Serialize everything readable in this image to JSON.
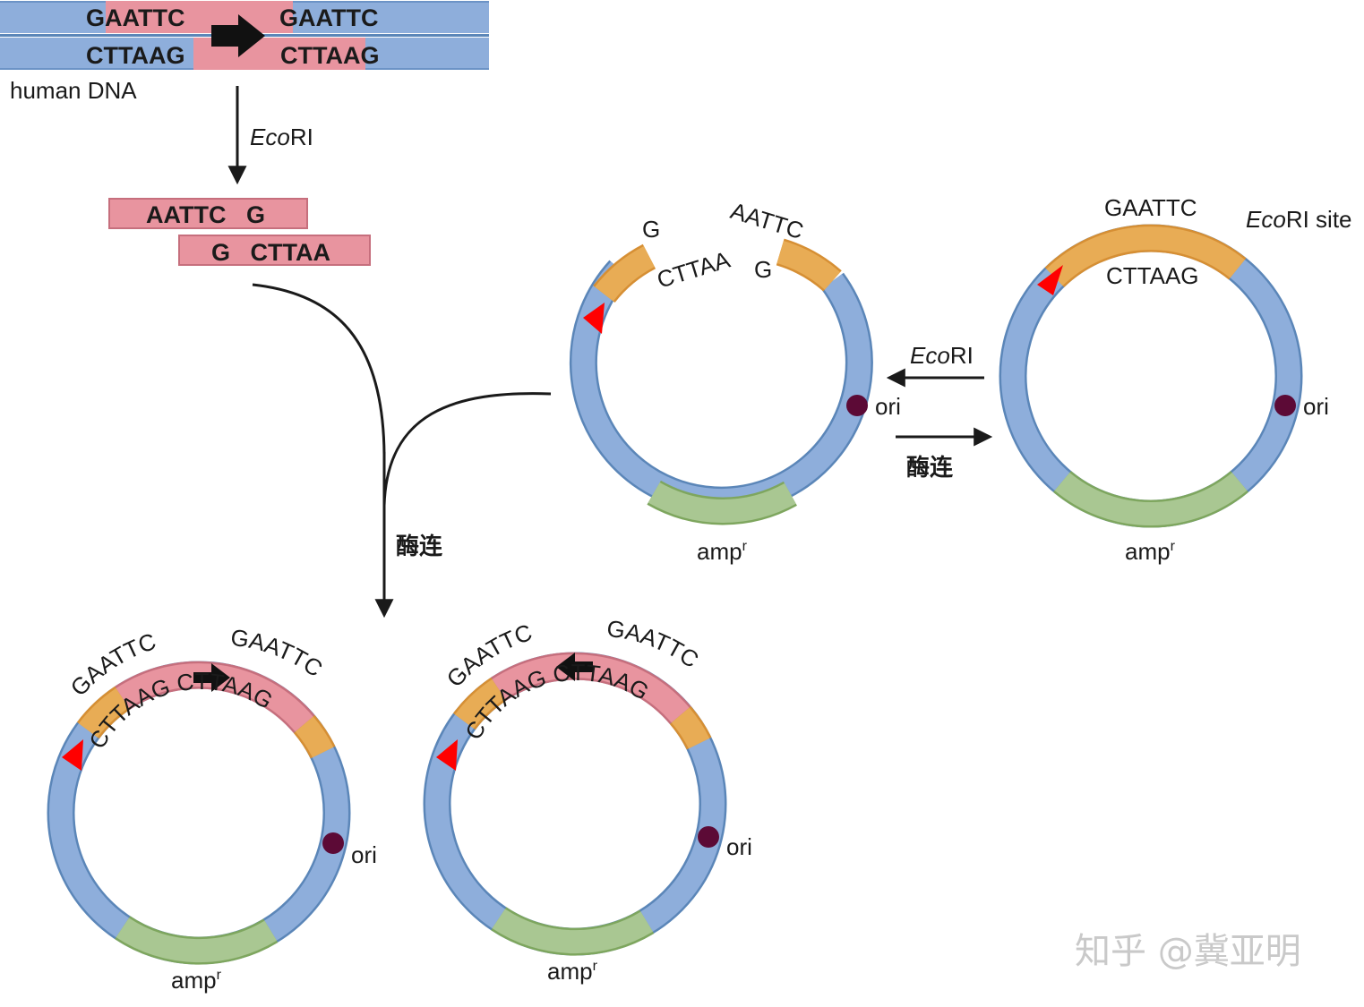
{
  "colors": {
    "plasmid_blue": "#8eaedb",
    "plasmid_outline": "#5b86b8",
    "insert_pink": "#e8949f",
    "insert_outline": "#c66f7d",
    "sticky_orange": "#e8ac55",
    "amp_green": "#a9c792",
    "ori_dot": "#5c0a36",
    "promoter_red": "#ff0000"
  },
  "icons": {
    "orientation_arrow": "right-arrow-icon",
    "promoter_marker": "triangle-icon",
    "ori_marker": "dot-icon"
  },
  "human_dna": {
    "top_left": "GAATTC",
    "top_right": "GAATTC",
    "bottom_left": "CTTAAG",
    "bottom_right": "CTTAAG",
    "label": "human DNA"
  },
  "digest": {
    "enzyme_italic": "Eco",
    "enzyme_rest": "RI"
  },
  "fragment": {
    "top": "AATTC   G",
    "bottom": "G   CTTAA"
  },
  "cut_plasmid": {
    "left_end_top": "G",
    "left_end_bottom": "CTTAA",
    "right_end_top": "AATTC",
    "right_end_bottom": "G",
    "ori": "ori",
    "amp_main": "amp",
    "amp_sup": "r"
  },
  "intact_plasmid": {
    "site_top": "GAATTC",
    "site_bottom": "CTTAAG",
    "site_label_italic": "Eco",
    "site_label_rest": "RI site",
    "ori": "ori",
    "amp_main": "amp",
    "amp_sup": "r"
  },
  "arrows": {
    "cut_enzyme_italic": "Eco",
    "cut_enzyme_rest": "RI",
    "ligate": "酶连",
    "ligate_down": "酶连"
  },
  "recombinant_1": {
    "left_top": "GAATTC",
    "right_top": "GAATTC",
    "inner": "CTTAAG CTTAAG",
    "ori": "ori",
    "amp_main": "amp",
    "amp_sup": "r"
  },
  "recombinant_2": {
    "left_top": "GAATTC",
    "right_top": "GAATTC",
    "inner": "CTTAAG CTTAAG",
    "ori": "ori",
    "amp_main": "amp",
    "amp_sup": "r"
  },
  "watermark": "知乎 @冀亚明"
}
